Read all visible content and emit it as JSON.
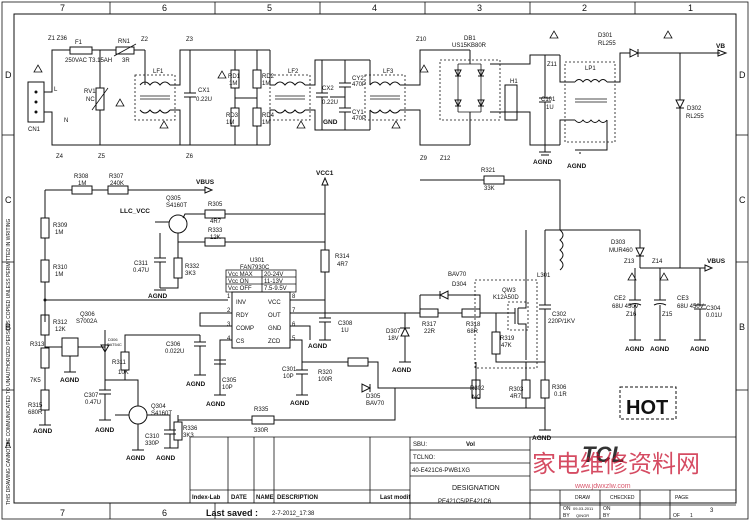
{
  "zones": {
    "columns": [
      "7",
      "6",
      "5",
      "4",
      "3",
      "2",
      "1"
    ],
    "rows": [
      "D",
      "C",
      "B",
      "A"
    ]
  },
  "side_notice": "THIS DRAWING CANNOT BE COMMUNICATED TO UNAUTHORIZED PERSONS COPIED UNLESS PERMITTED IN WRITING",
  "nets": {
    "vb": "VB",
    "vbus_top": "VBUS",
    "vbus_right": "VBUS",
    "vcc1": "VCC1",
    "llc_vcc": "LLC_VCC",
    "agnd": "AGND",
    "gnd": "GND"
  },
  "parts": {
    "cn1": "CN1",
    "z1z36": "Z1 Z36",
    "f1": "F1",
    "f1_val": "250VAC T3.15AH",
    "rn1": "RN1",
    "rn1_val": "3R",
    "z2": "Z2",
    "rv1": "RV1",
    "rv1_val": "NC",
    "z4": "Z4",
    "z5": "Z5",
    "lf1": "LF1",
    "z3": "Z3",
    "cx1": "CX1",
    "cx1_val": "0.22U",
    "z6": "Z6",
    "rd1": "RD1",
    "rd1_val": "1M",
    "rd2": "RD2",
    "rd2_val": "1M",
    "rd3": "RD3",
    "rd3_val": "1M",
    "rd4": "RD4",
    "rd4_val": "1M",
    "lf2": "LF2",
    "cx2": "CX2",
    "cx2_val": "0.22U",
    "cy2": "CY2",
    "cy2_val": "470P",
    "cy1": "CY1",
    "cy1_val": "470P",
    "lf3": "LF3",
    "z10": "Z10",
    "db1": "DB1",
    "db1_val": "US15KB80R",
    "h1": "H1",
    "z9": "Z9",
    "z12": "Z12",
    "z11": "Z11",
    "c101": "C101",
    "c101_val": "1U",
    "lp1": "LP1",
    "d301": "D301",
    "d301_val": "RL255",
    "d302": "D302",
    "d302_val": "RL255",
    "r308": "R308",
    "r308_val": "1M",
    "r307": "R307",
    "r307_val": "240K",
    "q305": "Q305",
    "q305_val": "S4160T",
    "r305": "R305",
    "r305_val": "4R7",
    "r333": "R333",
    "r333_val": "12K",
    "r309": "R309",
    "r309_val": "1M",
    "r310": "R310",
    "r310_val": "1M",
    "c311": "C311",
    "c311_val": "0.47U",
    "r332": "R332",
    "r332_val": "3K3",
    "u301": "U301",
    "u301_val": "FAN7930C",
    "vcc_table": [
      [
        "Vcc MAX",
        "20-24V"
      ],
      [
        "Vcc ON",
        "11-13V"
      ],
      [
        "Vcc OFF",
        "7.5-9.5V"
      ]
    ],
    "pins": {
      "inv": "INV",
      "vcc": "VCC",
      "rdy": "RDY",
      "out": "OUT",
      "comp": "COMP",
      "gnd": "GND",
      "cs": "CS",
      "zcd": "ZCD"
    },
    "pin_nums": [
      "1",
      "8",
      "2",
      "7",
      "3",
      "6",
      "4",
      "5"
    ],
    "r314": "R314",
    "r314_val": "4R7",
    "r321": "R321",
    "r321_val": "33K",
    "d303": "D303",
    "d303_val": "MUR460",
    "z13": "Z13",
    "z14": "Z14",
    "l301": "L301",
    "bav70_top": "BAV70",
    "d304": "D304",
    "qw3": "QW3",
    "qw3_val": "K12A50D",
    "ce2": "CE2",
    "ce2_val": "68U 450V",
    "ce3": "CE3",
    "ce3_val": "68U 450V",
    "c304": "C304",
    "c304_val": "0.01U",
    "z16": "Z16",
    "z15": "Z15",
    "r312": "R312",
    "r312_val": "12K",
    "q306": "Q306",
    "q306_val": "S7002A",
    "r313": "R313",
    "r313_val": "7K5",
    "r315": "R315",
    "r315_val": "680R",
    "d306": "D306",
    "d306_val": "BAT54C",
    "r311": "R311",
    "r311_val": "10K",
    "c306": "C306",
    "c306_val": "0.022U",
    "c305": "C305",
    "c305_val": "10P",
    "c301": "C301",
    "c301_val": "10P",
    "c308": "C308",
    "c308_val": "1U",
    "r320": "R320",
    "r320_val": "100R",
    "d307": "D307",
    "d307_val": "18V",
    "r317": "R317",
    "r317_val": "22R",
    "r318": "R318",
    "r318_val": "68R",
    "r319": "R319",
    "r319_val": "47K",
    "c302": "C302",
    "c302_val": "220P/1KV",
    "c307": "C307",
    "c307_val": "0.47U",
    "q304": "Q304",
    "q304_val": "S4160T",
    "c310": "C310",
    "c310_val": "330P",
    "r336": "R336",
    "r336_val": "3K3",
    "r335": "R335",
    "r335_val": "330R",
    "d305": "D305",
    "d305_val": "BAV70",
    "r302": "R302",
    "r302_val": "NC",
    "r303": "R303",
    "r303_val": "4R7",
    "r306": "R306",
    "r306_val": "0.1R"
  },
  "hot_label": "HOT",
  "title_block": {
    "sbu": "SBU:",
    "vol": "Vol",
    "tclno": "TCLNO:",
    "pcb": "40-E421C6-PWB1XG",
    "designation": "DESIGNATION",
    "models": "PE421C5/PE421C6",
    "index_lab": "Index-Lab",
    "date": "DATE",
    "name": "NAME",
    "description": "DESCRIPTION",
    "last_modif": "Last modif",
    "last_saved_label": "Last saved :",
    "last_saved_value": "2-7-2012_17:38",
    "draw": "DRAW",
    "checked": "CHECKED",
    "page": "PAGE",
    "on": "ON",
    "by": "BY",
    "of": "OF",
    "date_on": "09-03-2011",
    "by_name": "QINGR",
    "page_no": "3",
    "page_of": "1",
    "logo": "TCL",
    "watermark": "家电维修资料网",
    "watermark_url": "www.jdwxzlw.com"
  }
}
